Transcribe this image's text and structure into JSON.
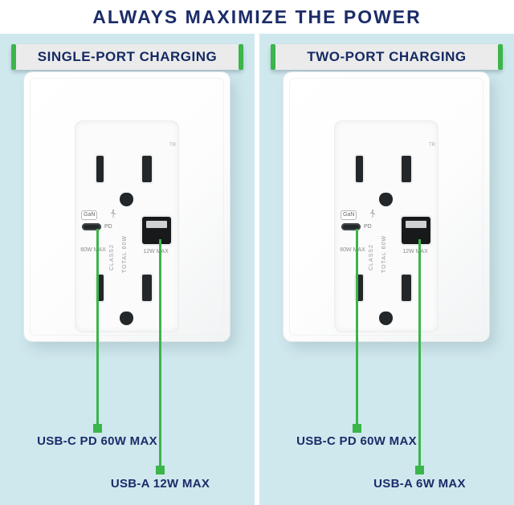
{
  "title": "ALWAYS MAXIMIZE THE POWER",
  "colors": {
    "accent_green": "#3cb54a",
    "heading_navy": "#1b2c68",
    "panel_background": "#cfe8ee",
    "badge_background": "#ebebeb"
  },
  "icons": {
    "usb": "usb-trident-icon"
  },
  "panels": [
    {
      "header": "SINGLE-PORT CHARGING",
      "outlet": {
        "tr_marking": "TR",
        "gan_label": "GaN",
        "pd_label": "PD",
        "usb_c_rating": "60W MAX",
        "class_label": "CLASS2",
        "total_label": "TOTAL 60W",
        "usb_a_rating": "12W MAX"
      },
      "callouts": {
        "usb_c": "USB-C PD 60W MAX",
        "usb_a": "USB-A 12W MAX"
      }
    },
    {
      "header": "TWO-PORT CHARGING",
      "outlet": {
        "tr_marking": "TR",
        "gan_label": "GaN",
        "pd_label": "PD",
        "usb_c_rating": "60W MAX",
        "class_label": "CLASS2",
        "total_label": "TOTAL 60W",
        "usb_a_rating": "12W MAX"
      },
      "callouts": {
        "usb_c": "USB-C PD 60W MAX",
        "usb_a": "USB-A 6W MAX"
      }
    }
  ]
}
